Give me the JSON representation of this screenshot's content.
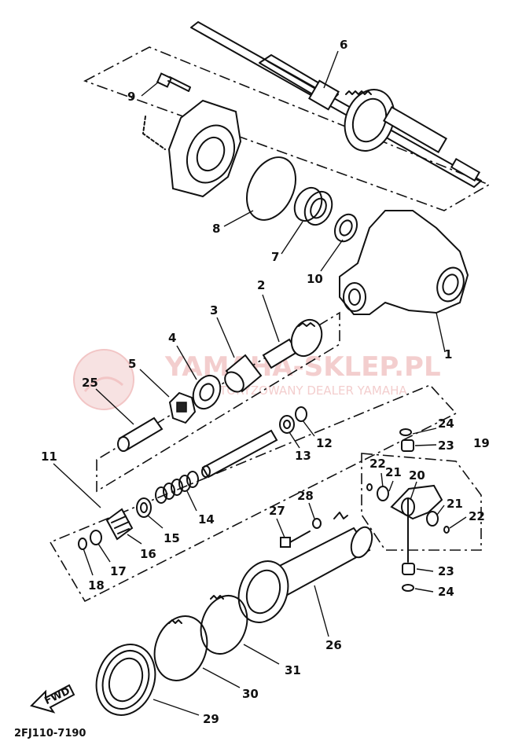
{
  "diagram": {
    "code": "2FJ110-7190",
    "fwd_label": "FWD",
    "watermark": {
      "title": "YAMAHA-SKLEP.PL",
      "subtitle": "AUTORYZOWANY DEALER YAMAHA"
    },
    "callouts": [
      {
        "id": "6",
        "label": "6"
      },
      {
        "id": "9",
        "label": "9"
      },
      {
        "id": "8",
        "label": "8"
      },
      {
        "id": "7",
        "label": "7"
      },
      {
        "id": "10",
        "label": "10"
      },
      {
        "id": "1",
        "label": "1"
      },
      {
        "id": "2",
        "label": "2"
      },
      {
        "id": "3",
        "label": "3"
      },
      {
        "id": "4",
        "label": "4"
      },
      {
        "id": "5",
        "label": "5"
      },
      {
        "id": "25",
        "label": "25"
      },
      {
        "id": "12",
        "label": "12"
      },
      {
        "id": "13",
        "label": "13"
      },
      {
        "id": "11",
        "label": "11"
      },
      {
        "id": "14",
        "label": "14"
      },
      {
        "id": "15",
        "label": "15"
      },
      {
        "id": "16",
        "label": "16"
      },
      {
        "id": "17",
        "label": "17"
      },
      {
        "id": "18",
        "label": "18"
      },
      {
        "id": "24a",
        "label": "24"
      },
      {
        "id": "23a",
        "label": "23"
      },
      {
        "id": "19",
        "label": "19"
      },
      {
        "id": "22a",
        "label": "22"
      },
      {
        "id": "21a",
        "label": "21"
      },
      {
        "id": "20",
        "label": "20"
      },
      {
        "id": "21b",
        "label": "21"
      },
      {
        "id": "22b",
        "label": "22"
      },
      {
        "id": "28",
        "label": "28"
      },
      {
        "id": "27",
        "label": "27"
      },
      {
        "id": "23b",
        "label": "23"
      },
      {
        "id": "24b",
        "label": "24"
      },
      {
        "id": "26",
        "label": "26"
      },
      {
        "id": "31",
        "label": "31"
      },
      {
        "id": "30",
        "label": "30"
      },
      {
        "id": "29",
        "label": "29"
      }
    ]
  }
}
